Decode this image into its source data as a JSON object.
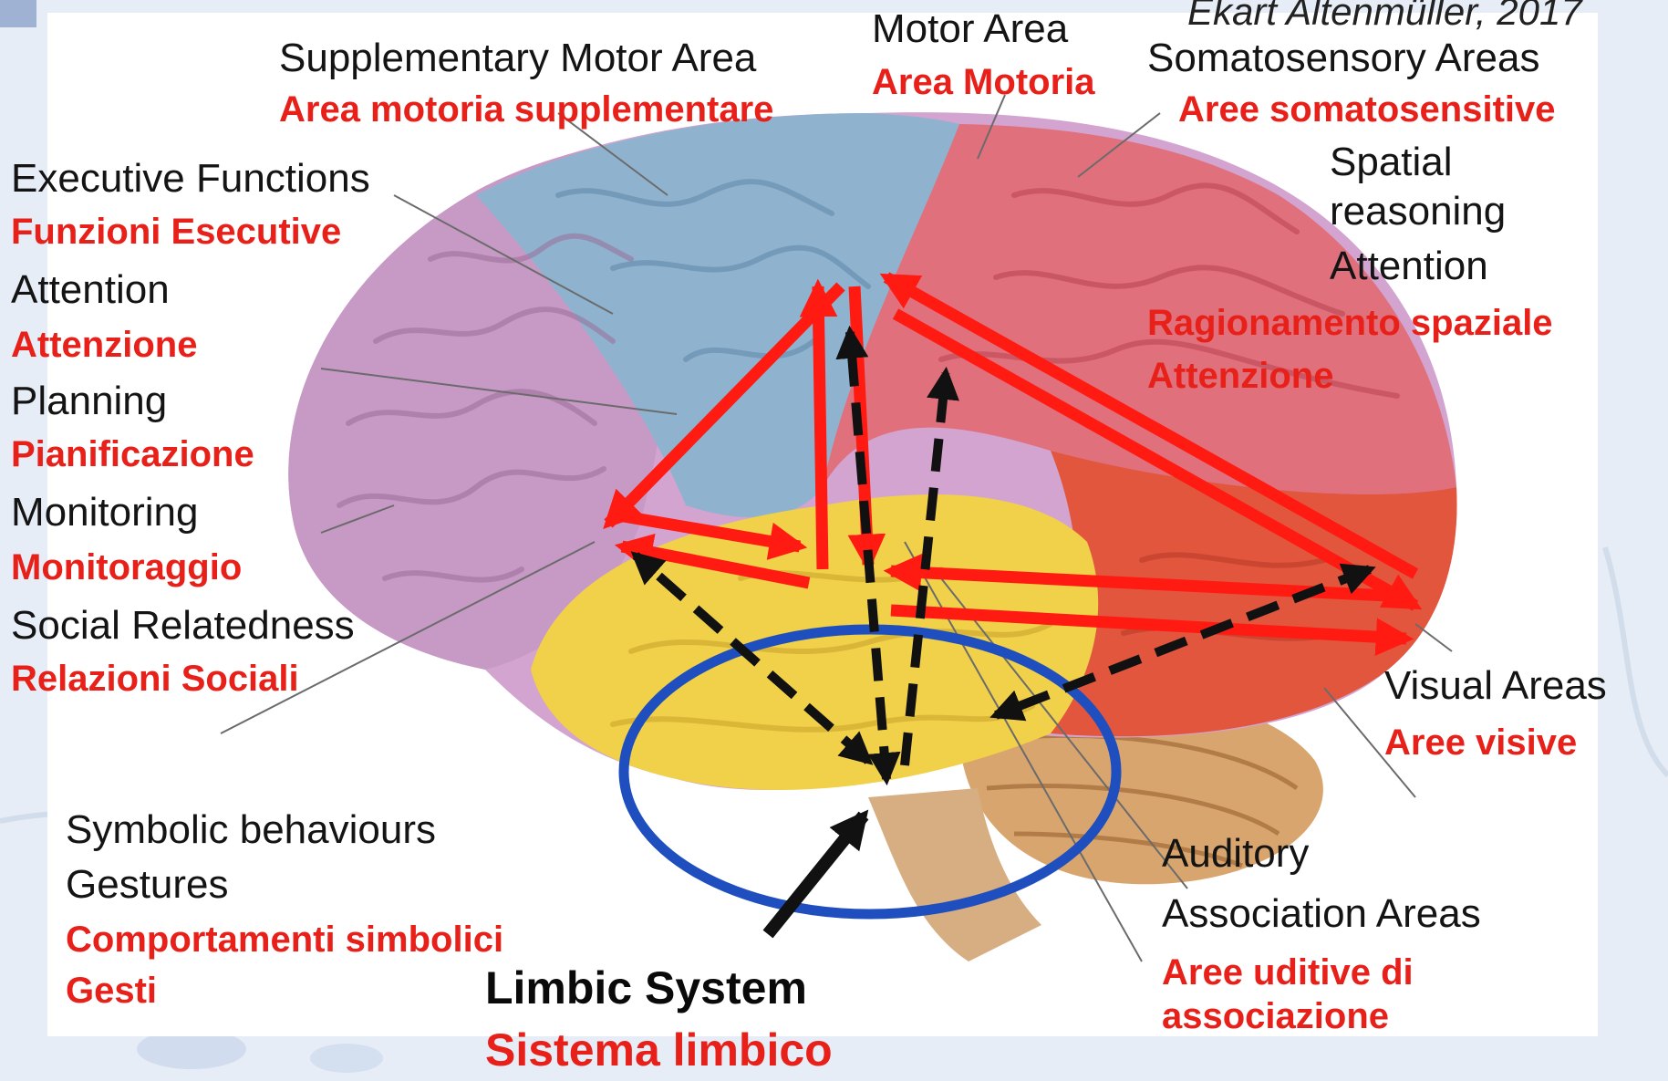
{
  "credit": "Ekart Altenmüller, 2017",
  "labels": {
    "supplementary_motor_en": "Supplementary Motor Area",
    "supplementary_motor_it": "Area motoria supplementare",
    "motor_en": "Motor Area",
    "motor_it": "Area Motoria",
    "somatosensory_en": "Somatosensory Areas",
    "somatosensory_it": "Aree somatosensitive",
    "executive_en": "Executive Functions",
    "executive_it": "Funzioni Esecutive",
    "attention_en": "Attention",
    "attention_it": "Attenzione",
    "planning_en": "Planning",
    "planning_it": "Pianificazione",
    "monitoring_en": "Monitoring",
    "monitoring_it": "Monitoraggio",
    "social_en": "Social Relatedness",
    "social_it": "Relazioni Sociali",
    "spatial_en_1": "Spatial",
    "spatial_en_2": "reasoning",
    "spatial_attention_en": "Attention",
    "spatial_it": "Ragionamento spaziale",
    "spatial_attention_it": "Attenzione",
    "visual_en": "Visual Areas",
    "visual_it": "Aree visive",
    "symbolic_en": "Symbolic behaviours",
    "gestures_en": "Gestures",
    "symbolic_it": "Comportamenti simbolici",
    "gestures_it": "Gesti",
    "limbic_en": "Limbic System",
    "limbic_it": "Sistema limbico",
    "auditory_en_1": "Auditory",
    "auditory_en_2": "Association Areas",
    "auditory_it_1": "Aree uditive di",
    "auditory_it_2": "associazione"
  },
  "colors": {
    "label_english": "#141414",
    "label_italian": "#e8201a",
    "arrow_red": "#ff1a12",
    "arrow_dashed": "#111111",
    "limbic_ellipse": "#1f4fbf",
    "frontal_lobe": "#c79ac6",
    "motor_strip": "#8fb3cf",
    "parietal_lobe": "#e0707c",
    "temporal_lobe": "#f1d04a",
    "occipital_lobe": "#e2563e",
    "cerebellum": "#d9a56e"
  }
}
